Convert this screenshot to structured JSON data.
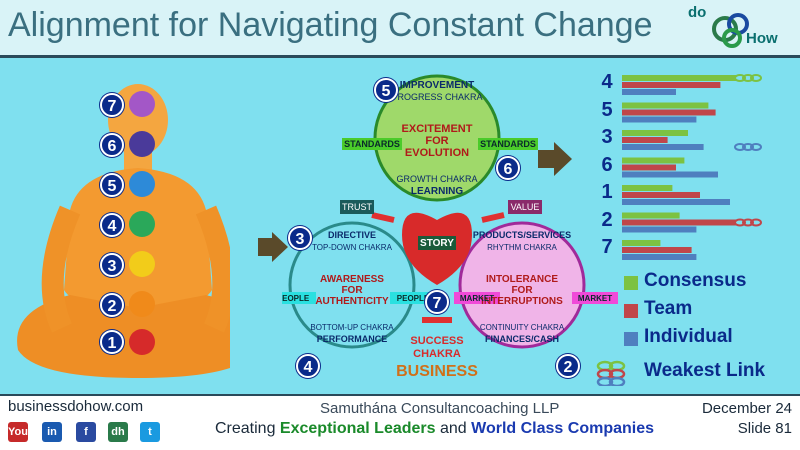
{
  "title": "Alignment for Navigating Constant Change",
  "logo": {
    "top": "do",
    "bottom": "How"
  },
  "chakra_numbers": [
    "7",
    "6",
    "5",
    "4",
    "3",
    "2",
    "1"
  ],
  "cycle": {
    "top": {
      "number": "5",
      "header": "IMPROVEMENT",
      "chakra": "PROGRESS CHAKRA",
      "center1": "EXCITEMENT",
      "center2": "FOR",
      "center3": "EVOLUTION",
      "bottom1": "GROWTH CHAKRA",
      "bottom2": "LEARNING",
      "left_tag": "STANDARDS",
      "right_tag": "STANDARDS",
      "side_number": "6"
    },
    "left": {
      "number": "3",
      "header": "DIRECTIVE",
      "chakra": "TOP-DOWN CHAKRA",
      "center1": "AWARENESS",
      "center2": "FOR",
      "center3": "AUTHENTICITY",
      "bottom1": "BOTTOM-UP CHAKRA",
      "bottom2": "PERFORMANCE",
      "left_tag": "PEOPLE",
      "right_tag": "PEOPLE",
      "side_number": "4",
      "scale_label": "TRUST"
    },
    "right": {
      "number": "2",
      "header": "PRODUCTS/SERVICES",
      "chakra": "RHYTHM CHAKRA",
      "center1": "INTOLERANCE",
      "center2": "FOR",
      "center3": "INTERRUPTIONS",
      "bottom1": "CONTINUITY CHAKRA",
      "bottom2": "FINANCES/CASH",
      "left_tag": "MARKET",
      "right_tag": "MARKET",
      "scale_label": "VALUE"
    },
    "heart": {
      "label": "STORY",
      "number": "7"
    },
    "success": {
      "line1": "SUCCESS",
      "line2": "CHAKRA",
      "line3": "BUSINESS"
    }
  },
  "chart_data": {
    "type": "bar",
    "orientation": "horizontal",
    "categories": [
      "4",
      "5",
      "3",
      "6",
      "1",
      "2",
      "7"
    ],
    "series": [
      {
        "name": "Consensus",
        "color": "#7cc242",
        "values": [
          0.95,
          0.72,
          0.55,
          0.52,
          0.42,
          0.48,
          0.32
        ]
      },
      {
        "name": "Team",
        "color": "#c0464a",
        "values": [
          0.82,
          0.78,
          0.38,
          0.45,
          0.65,
          0.95,
          0.58
        ]
      },
      {
        "name": "Individual",
        "color": "#4f7fbf",
        "values": [
          0.45,
          0.62,
          0.68,
          0.8,
          0.9,
          0.62,
          0.62
        ]
      }
    ],
    "weakest_link_marker": {
      "4": "Consensus",
      "3": "Individual",
      "2": "Team"
    },
    "legend": [
      "Consensus",
      "Team",
      "Individual",
      "Weakest Link"
    ]
  },
  "footer": {
    "site": "businessdohow.com",
    "company": "Samuthána Consultancoaching LLP",
    "tag_pre": "Creating ",
    "tag_b1": "Exceptional Leaders",
    "tag_mid": " and ",
    "tag_b2": "World Class Companies",
    "date": "December 24",
    "slide": "Slide 81"
  },
  "social": [
    "YouTube",
    "in",
    "f",
    "dh",
    "t"
  ]
}
